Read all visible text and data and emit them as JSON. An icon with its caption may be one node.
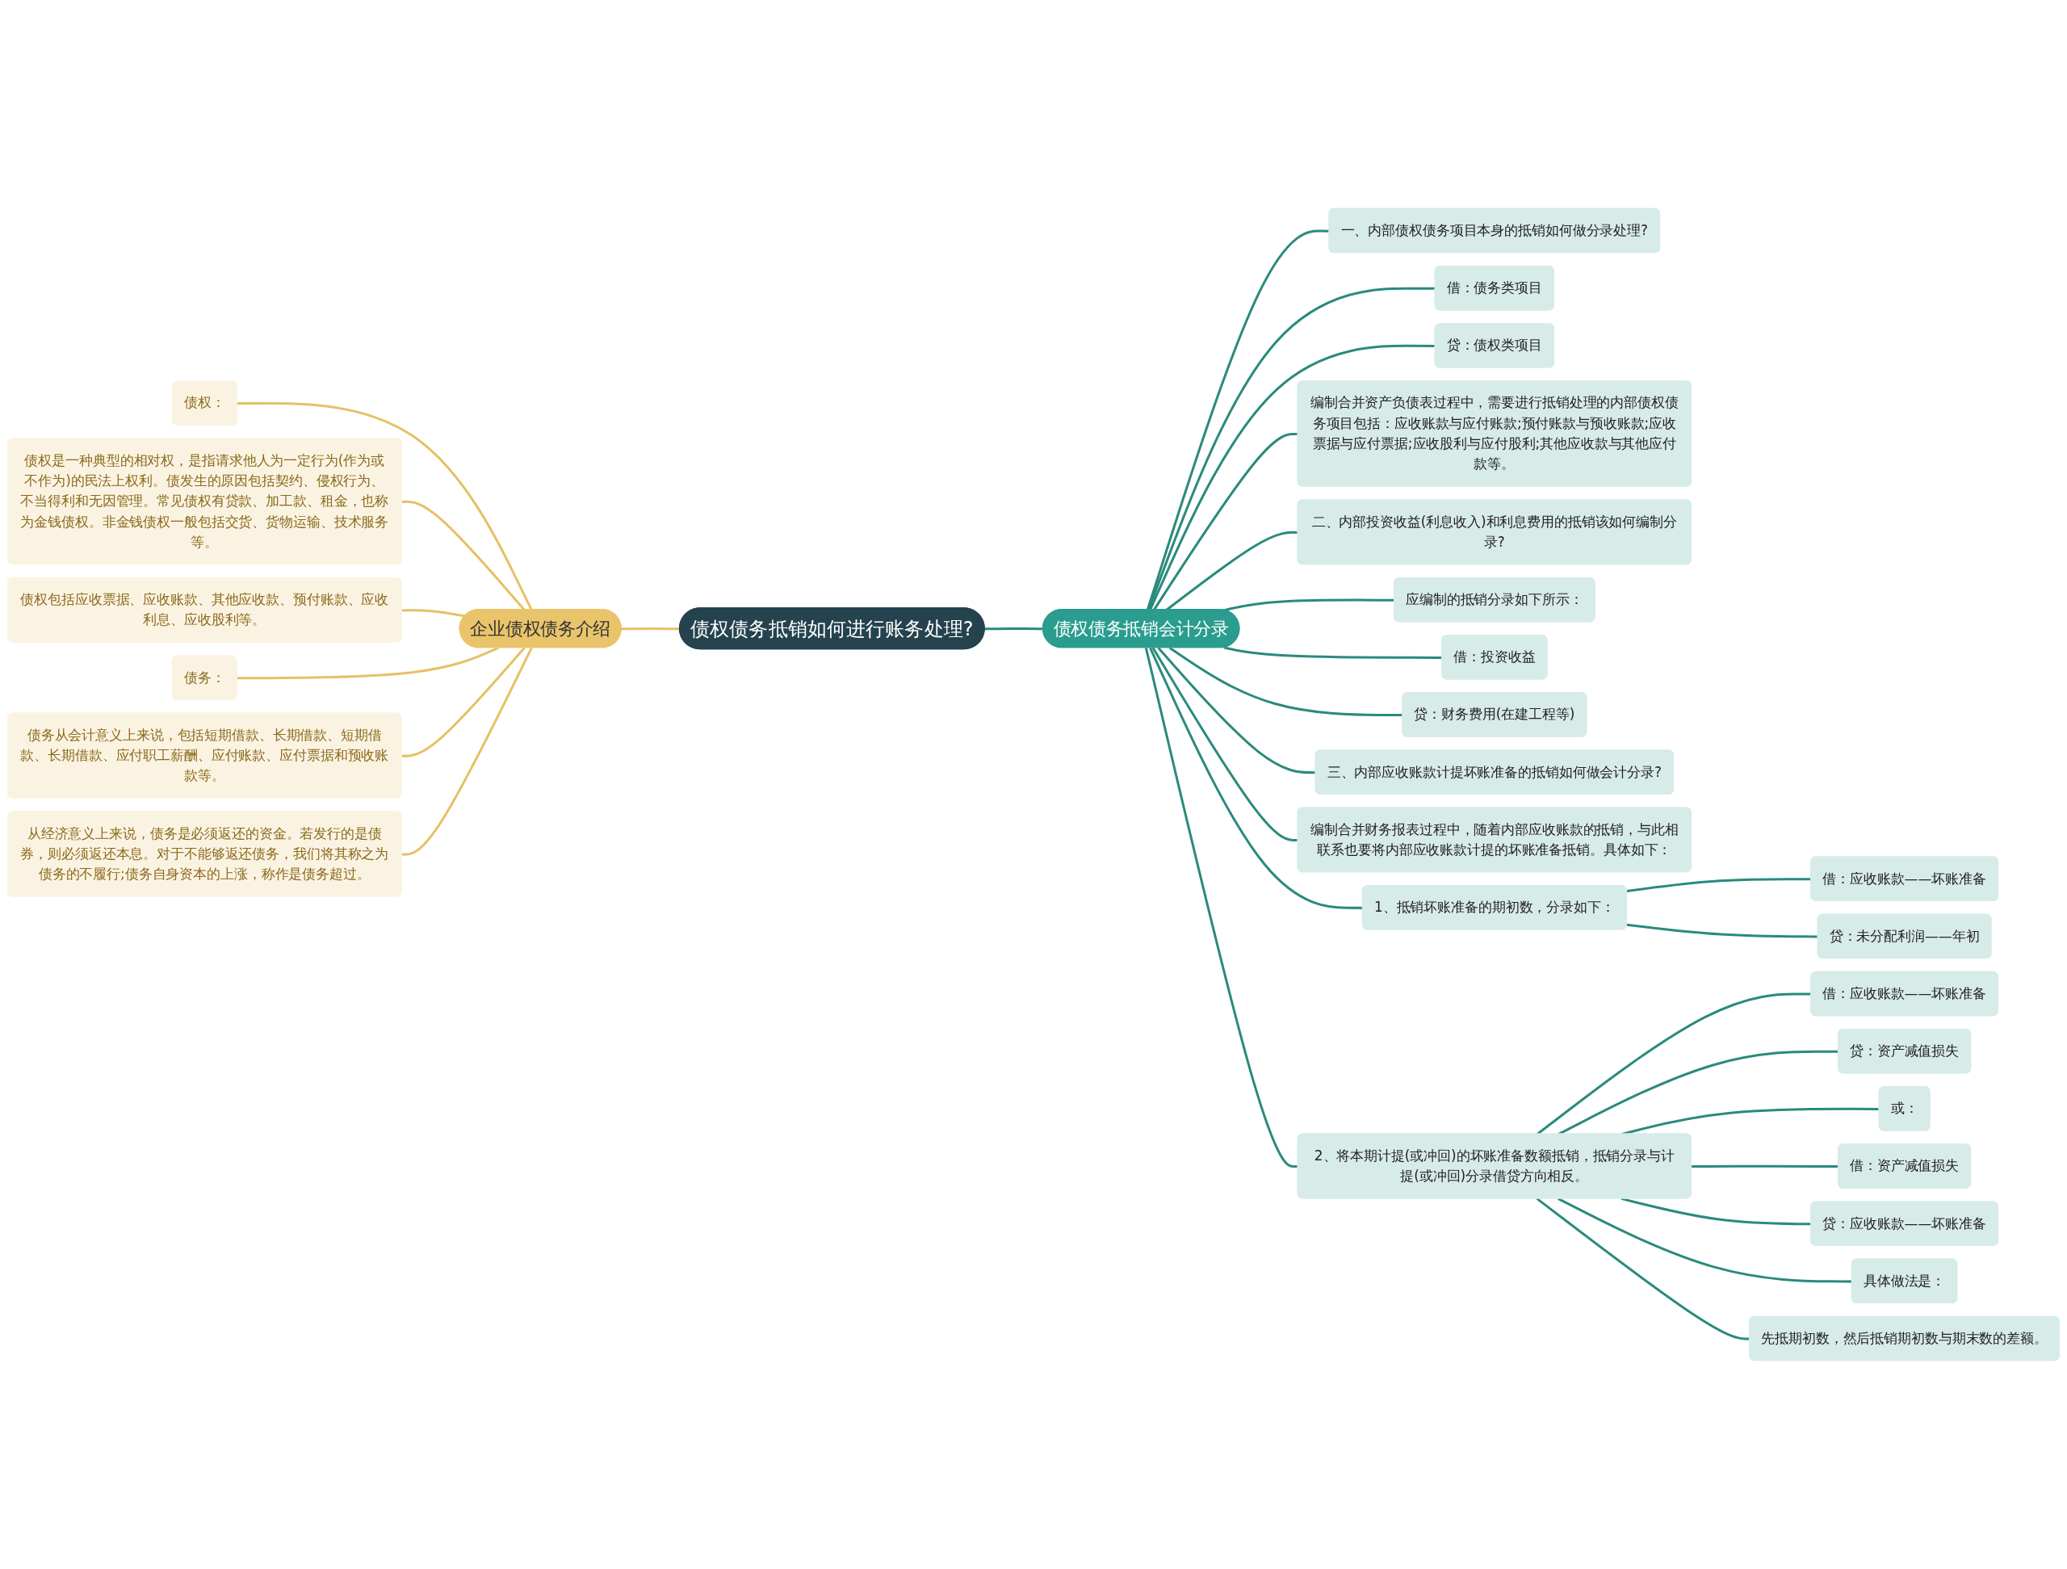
{
  "diagram": {
    "nodes": [
      {
        "text": [
          "债权债务抵销如何进行账务处理?"
        ]
      },
      {
        "text": [
          "企业债权债务介绍"
        ]
      },
      {
        "text": [
          "债权："
        ]
      },
      {
        "text": [
          "债权是一种典型的相对权，是指请求他人为一定行为(作为或不作为)的民法上权利。债发生的原因包括契约、侵权行为、不当得利和无因管理。常见债权有贷款、加工款、租金，也称为金钱债权。非金钱债权一般包括交货、货物运输、技术服务等。"
        ]
      },
      {
        "text": [
          "债权包括应收票据、应收账款、其他应收款、预付账款、应收利息、应收股利等。"
        ]
      },
      {
        "text": [
          "债务："
        ]
      },
      {
        "text": [
          "债务从会计意义上来说，包括短期借款、长期借款、短期借款、长期借款、应付职工薪酬、应付账款、应付票据和预收账款等。"
        ]
      },
      {
        "text": [
          "从经济意义上来说，债务是必须返还的资金。若发行的是债券，则必须返还本息。对于不能够返还债务，我们将其称之为债务的不履行;债务自身资本的上涨，称作是债务超过。"
        ]
      },
      {
        "text": [
          "债权债务抵销会计分录"
        ]
      },
      {
        "text": [
          "一、内部债权债务项目本身的抵销如何做分录处理?"
        ]
      },
      {
        "text": [
          "借：债务类项目"
        ]
      },
      {
        "text": [
          "贷：债权类项目"
        ]
      },
      {
        "text": [
          "编制合并资产负债表过程中，需要进行抵销处理的内部债权债务项目包括：应收账款与应付账款;预付账款与预收账款;应收票据与应付票据;应收股利与应付股利;其他应收款与其他应付款等。"
        ]
      },
      {
        "text": [
          "二、内部投资收益(利息收入)和利息费用的抵销该如何编制分录?"
        ]
      },
      {
        "text": [
          "应编制的抵销分录如下所示："
        ]
      },
      {
        "text": [
          "借：投资收益"
        ]
      },
      {
        "text": [
          "贷：财务费用(在建工程等)"
        ]
      },
      {
        "text": [
          "三、内部应收账款计提坏账准备的抵销如何做会计分录?"
        ]
      },
      {
        "text": [
          "编制合并财务报表过程中，随着内部应收账款的抵销，与此相联系也要将内部应收账款计提的坏账准备抵销。具体如下："
        ]
      },
      {
        "text": [
          "1、抵销坏账准备的期初数，分录如下："
        ]
      },
      {
        "text": [
          "借：应收账款——坏账准备"
        ]
      },
      {
        "text": [
          "贷：未分配利润——年初"
        ]
      },
      {
        "text": [
          "2、将本期计提(或冲回)的坏账准备数额抵销，抵销分录与计提(或冲回)分录借贷方向相反。"
        ]
      },
      {
        "text": [
          "借：应收账款——坏账准备"
        ]
      },
      {
        "text": [
          "贷：资产减值损失"
        ]
      },
      {
        "text": [
          "或："
        ]
      },
      {
        "text": [
          "借：资产减值损失"
        ]
      },
      {
        "text": [
          "贷：应收账款——坏账准备"
        ]
      },
      {
        "text": [
          "具体做法是："
        ]
      },
      {
        "text": [
          "先抵期初数，然后抵销期初数与期末数的差额。"
        ]
      }
    ],
    "edges": [
      {
        "from": 0,
        "to": 1,
        "arrow": "none",
        "color": "#e6c065"
      },
      {
        "from": 1,
        "to": 2,
        "arrow": "none",
        "color": "#e6c065"
      },
      {
        "from": 1,
        "to": 3,
        "arrow": "none",
        "color": "#e6c065"
      },
      {
        "from": 1,
        "to": 4,
        "arrow": "none",
        "color": "#e6c065"
      },
      {
        "from": 1,
        "to": 5,
        "arrow": "none",
        "color": "#e6c065"
      },
      {
        "from": 1,
        "to": 6,
        "arrow": "none",
        "color": "#e6c065"
      },
      {
        "from": 1,
        "to": 7,
        "arrow": "none",
        "color": "#e6c065"
      },
      {
        "from": 0,
        "to": 8,
        "arrow": "none"
      },
      {
        "from": 8,
        "to": 9,
        "arrow": "none"
      },
      {
        "from": 8,
        "to": 10,
        "arrow": "none"
      },
      {
        "from": 8,
        "to": 11,
        "arrow": "none"
      },
      {
        "from": 8,
        "to": 12,
        "arrow": "none"
      },
      {
        "from": 8,
        "to": 13,
        "arrow": "none"
      },
      {
        "from": 8,
        "to": 14,
        "arrow": "none"
      },
      {
        "from": 8,
        "to": 15,
        "arrow": "none"
      },
      {
        "from": 8,
        "to": 16,
        "arrow": "none"
      },
      {
        "from": 8,
        "to": 17,
        "arrow": "none"
      },
      {
        "from": 8,
        "to": 18,
        "arrow": "none"
      },
      {
        "from": 8,
        "to": 19,
        "arrow": "none"
      },
      {
        "from": 19,
        "to": 20,
        "arrow": "none"
      },
      {
        "from": 19,
        "to": 21,
        "arrow": "none"
      },
      {
        "from": 8,
        "to": 22,
        "arrow": "none"
      },
      {
        "from": 22,
        "to": 23,
        "arrow": "none"
      },
      {
        "from": 22,
        "to": 24,
        "arrow": "none"
      },
      {
        "from": 22,
        "to": 25,
        "arrow": "none"
      },
      {
        "from": 22,
        "to": 26,
        "arrow": "none"
      },
      {
        "from": 22,
        "to": 27,
        "arrow": "none"
      },
      {
        "from": 22,
        "to": 28,
        "arrow": "none"
      },
      {
        "from": 22,
        "to": 29,
        "arrow": "none"
      }
    ]
  }
}
